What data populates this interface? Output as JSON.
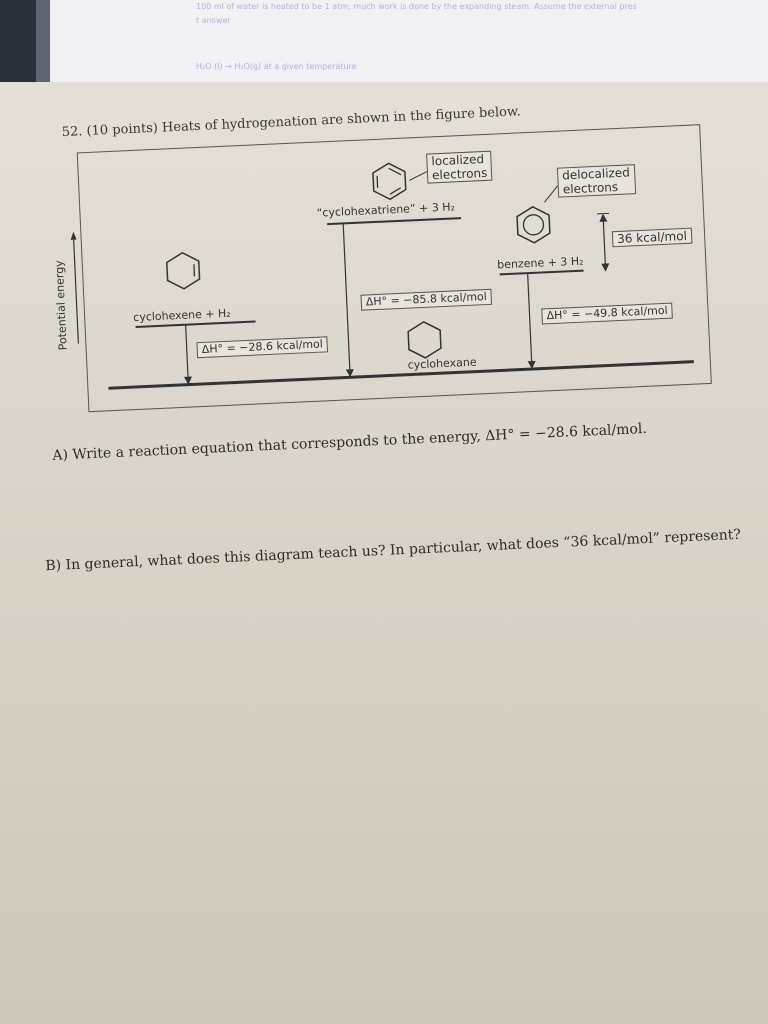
{
  "screen": {
    "line1": "100 ml of water is heated to be 1 atm; much work is done by the expanding steam. Assume the external pres",
    "line2": "t answer",
    "line3": "H₂O (l) → H₂O(g) at a given temperature"
  },
  "question": {
    "title": "52. (10 points) Heats of hydrogenation are shown in the figure below."
  },
  "diagram": {
    "y_axis_label": "Potential energy",
    "levels": {
      "cyclohexene": "cyclohexene + H₂",
      "cyclohexatriene": "“cyclohexatriene” + 3 H₂",
      "benzene": "benzene + 3 H₂",
      "cyclohexane": "cyclohexane"
    },
    "callouts": {
      "localized": [
        "localized",
        "electrons"
      ],
      "delocalized": [
        "delocalized",
        "electrons"
      ],
      "resonance": "36 kcal/mol"
    },
    "enthalpies": {
      "cyclohexene": "ΔH° = −28.6 kcal/mol",
      "cyclohexatriene": "ΔH° = −85.8 kcal/mol",
      "benzene": "ΔH° = −49.8 kcal/mol"
    }
  },
  "parts": {
    "a": "A) Write a reaction equation that corresponds to the energy, ΔH° = −28.6 kcal/mol.",
    "b": "B) In general, what does this diagram teach us? In particular, what does “36 kcal/mol” represent?"
  },
  "colors": {
    "paper": "#dad5ca",
    "ink": "#333333",
    "screen": "#f1f1f3"
  }
}
